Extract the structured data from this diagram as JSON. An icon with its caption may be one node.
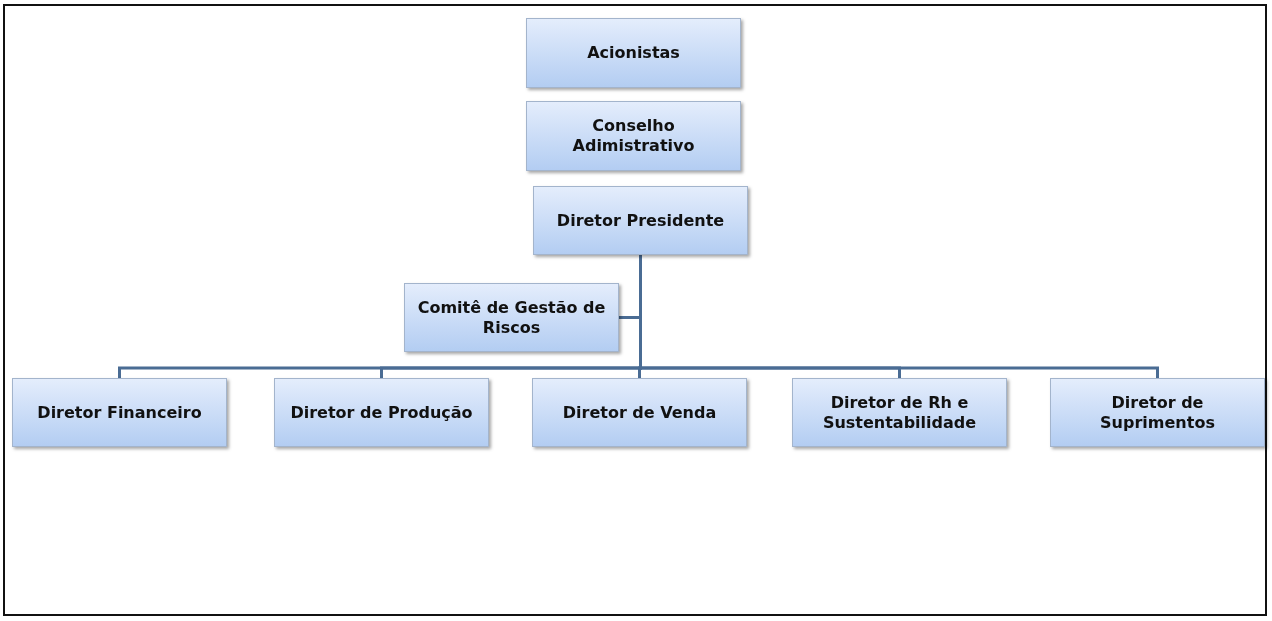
{
  "diagram": {
    "nodes": [
      {
        "text": [
          "Acionistas"
        ]
      },
      {
        "text": [
          "Conselho Adimistrativo"
        ]
      },
      {
        "text": [
          "Diretor Presidente"
        ]
      },
      {
        "text": [
          "Comitê de Gestão de Riscos"
        ]
      },
      {
        "text": [
          "Diretor Financeiro"
        ]
      },
      {
        "text": [
          "Diretor de Produção"
        ]
      },
      {
        "text": [
          "Diretor de Venda"
        ]
      },
      {
        "text": [
          "Diretor de Rh e Sustentabilidade"
        ]
      },
      {
        "text": [
          "Diretor de Suprimentos"
        ]
      }
    ],
    "edges": [
      {
        "from": 2,
        "to": 3,
        "arrow": "none"
      },
      {
        "from": 2,
        "to": 4,
        "arrow": "none"
      },
      {
        "from": 2,
        "to": 5,
        "arrow": "none"
      },
      {
        "from": 2,
        "to": 6,
        "arrow": "none"
      },
      {
        "from": 2,
        "to": 7,
        "arrow": "none"
      },
      {
        "from": 2,
        "to": 8,
        "arrow": "none"
      }
    ]
  }
}
